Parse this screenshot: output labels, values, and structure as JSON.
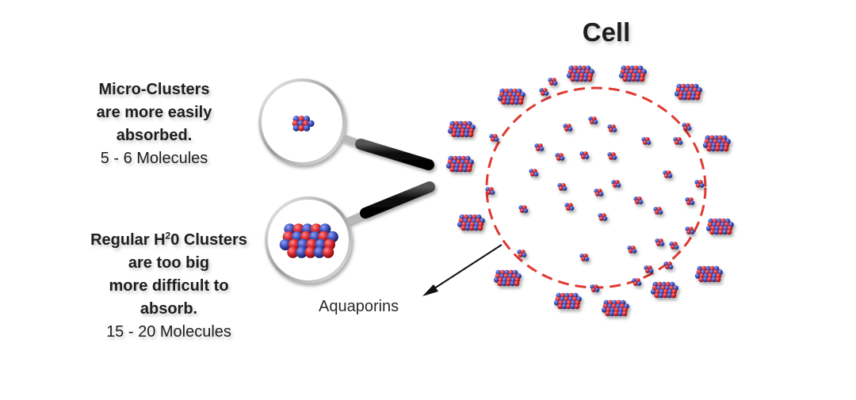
{
  "title": "Cell",
  "micro": {
    "line1": "Micro-Clusters",
    "line2": "are more easily",
    "line3": "absorbed.",
    "count": "5 - 6 Molecules"
  },
  "regular": {
    "prefix": "Regular H",
    "sup": "2",
    "suffix": "0 Clusters",
    "line2": "are too big",
    "line3": "more difficult to",
    "line4": "absorb.",
    "count": "15 - 20 Molecules"
  },
  "aquaporins": "Aquaporins",
  "colors": {
    "membrane": "#e03a33",
    "molecule_red": "#d8262c",
    "molecule_blue": "#3d4fb5",
    "text": "#1e1e1e",
    "handle": "#111111"
  },
  "icons": [
    "magnifier-icon",
    "arrow-icon"
  ]
}
